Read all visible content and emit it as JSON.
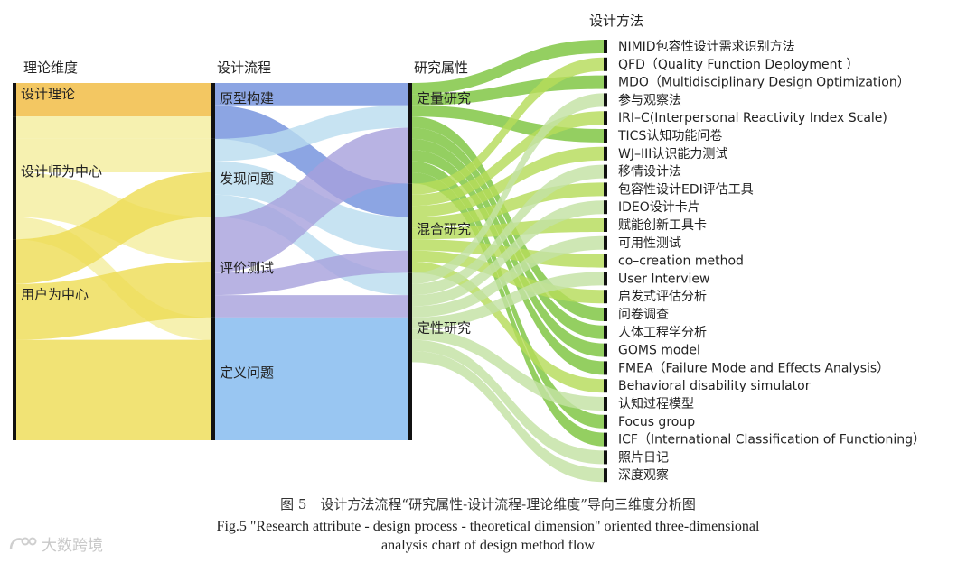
{
  "chart_data": {
    "type": "sankey",
    "columns": [
      {
        "key": "theory",
        "title": "理论维度",
        "nodes": [
          "设计理论",
          "设计师为中心",
          "用户为中心"
        ]
      },
      {
        "key": "process",
        "title": "设计流程",
        "nodes": [
          "原型构建",
          "发现问题",
          "评价测试",
          "定义问题"
        ]
      },
      {
        "key": "attribute",
        "title": "研究属性",
        "nodes": [
          "定量研究",
          "混合研究",
          "定性研究"
        ]
      },
      {
        "key": "method",
        "title": "设计方法",
        "nodes": [
          "NIMID包容性设计需求识别方法",
          "QFD（Quality Function Deployment ）",
          "MDO（Multidisciplinary Design Optimization）",
          "参与观察法",
          "IRI–C(Interpersonal Reactivity Index Scale)",
          "TICS认知功能问卷",
          "WJ–III认识能力测试",
          "移情设计法",
          "包容性设计EDI评估工具",
          "IDEO设计卡片",
          "赋能创新工具卡",
          "可用性测试",
          "co–creation method",
          "User Interview",
          "启发式评估分析",
          "问卷调查",
          "人体工程学分析",
          "GOMS model",
          "FMEA（Failure Mode and Effects Analysis）",
          "Behavioral disability simulator",
          "认知过程模型",
          "Focus group",
          "ICF（International Classification of Functioning）",
          "照片日记",
          "深度观察"
        ]
      }
    ],
    "node_colors": {
      "设计理论": "#f0b93b",
      "设计师为中心": "#f4ee9c",
      "用户为中心": "#eddc52",
      "原型构建": "#6f8fdc",
      "发现问题": "#b9dcef",
      "评价测试": "#a6a0dc",
      "定义问题": "#7fb8ef",
      "定量研究": "#7cc43e",
      "混合研究": "#b6dc5a",
      "定性研究": "#c3e2a4"
    },
    "method_color": "#9ccf4c",
    "links_theory_process": [
      {
        "source": "设计理论",
        "target": "原型构建",
        "value": 3
      },
      {
        "source": "设计师为中心",
        "target": "原型构建",
        "value": 2
      },
      {
        "source": "设计师为中心",
        "target": "发现问题",
        "value": 3
      },
      {
        "source": "设计师为中心",
        "target": "评价测试",
        "value": 4
      },
      {
        "source": "设计师为中心",
        "target": "定义问题",
        "value": 2
      },
      {
        "source": "用户为中心",
        "target": "发现问题",
        "value": 4
      },
      {
        "source": "用户为中心",
        "target": "评价测试",
        "value": 5
      },
      {
        "source": "用户为中心",
        "target": "定义问题",
        "value": 9
      }
    ],
    "links_process_attribute": [
      {
        "source": "原型构建",
        "target": "定量研究",
        "value": 2
      },
      {
        "source": "原型构建",
        "target": "混合研究",
        "value": 3
      },
      {
        "source": "发现问题",
        "target": "定量研究",
        "value": 2
      },
      {
        "source": "发现问题",
        "target": "混合研究",
        "value": 3
      },
      {
        "source": "发现问题",
        "target": "定性研究",
        "value": 2
      },
      {
        "source": "评价测试",
        "target": "定量研究",
        "value": 5
      },
      {
        "source": "评价测试",
        "target": "混合研究",
        "value": 2
      },
      {
        "source": "评价测试",
        "target": "定性研究",
        "value": 2
      },
      {
        "source": "定义问题",
        "target": "定性研究",
        "value": 11
      }
    ],
    "links_attribute_method": [
      {
        "source": "定量研究",
        "target": "NIMID包容性设计需求识别方法",
        "value": 1
      },
      {
        "source": "定量研究",
        "target": "MDO（Multidisciplinary Design Optimization）",
        "value": 1
      },
      {
        "source": "定量研究",
        "target": "TICS认知功能问卷",
        "value": 1
      },
      {
        "source": "定量研究",
        "target": "问卷调查",
        "value": 1
      },
      {
        "source": "定量研究",
        "target": "人体工程学分析",
        "value": 1
      },
      {
        "source": "定量研究",
        "target": "GOMS model",
        "value": 1
      },
      {
        "source": "定量研究",
        "target": "FMEA（Failure Mode and Effects Analysis）",
        "value": 1
      },
      {
        "source": "定量研究",
        "target": "Focus group",
        "value": 1
      },
      {
        "source": "定量研究",
        "target": "ICF（International Classification of Functioning）",
        "value": 1
      },
      {
        "source": "混合研究",
        "target": "QFD（Quality Function Deployment ）",
        "value": 1
      },
      {
        "source": "混合研究",
        "target": "IRI–C(Interpersonal Reactivity Index Scale)",
        "value": 1
      },
      {
        "source": "混合研究",
        "target": "WJ–III认识能力测试",
        "value": 1
      },
      {
        "source": "混合研究",
        "target": "包容性设计EDI评估工具",
        "value": 1
      },
      {
        "source": "混合研究",
        "target": "赋能创新工具卡",
        "value": 1
      },
      {
        "source": "混合研究",
        "target": "co–creation method",
        "value": 1
      },
      {
        "source": "混合研究",
        "target": "启发式评估分析",
        "value": 1
      },
      {
        "source": "混合研究",
        "target": "Behavioral disability simulator",
        "value": 1
      },
      {
        "source": "定性研究",
        "target": "参与观察法",
        "value": 1
      },
      {
        "source": "定性研究",
        "target": "移情设计法",
        "value": 1
      },
      {
        "source": "定性研究",
        "target": "IDEO设计卡片",
        "value": 1
      },
      {
        "source": "定性研究",
        "target": "可用性测试",
        "value": 1
      },
      {
        "source": "定性研究",
        "target": "User Interview",
        "value": 1
      },
      {
        "source": "定性研究",
        "target": "认知过程模型",
        "value": 1
      },
      {
        "source": "定性研究",
        "target": "照片日记",
        "value": 1
      },
      {
        "source": "定性研究",
        "target": "深度观察",
        "value": 1
      }
    ]
  },
  "caption": {
    "cn": "图 5　设计方法流程“研究属性-设计流程-理论维度”导向三维度分析图",
    "en_line1": "Fig.5 \"Research attribute - design process - theoretical dimension\" oriented three-dimensional",
    "en_line2": "analysis chart of design method flow"
  },
  "watermark": "大数跨境"
}
